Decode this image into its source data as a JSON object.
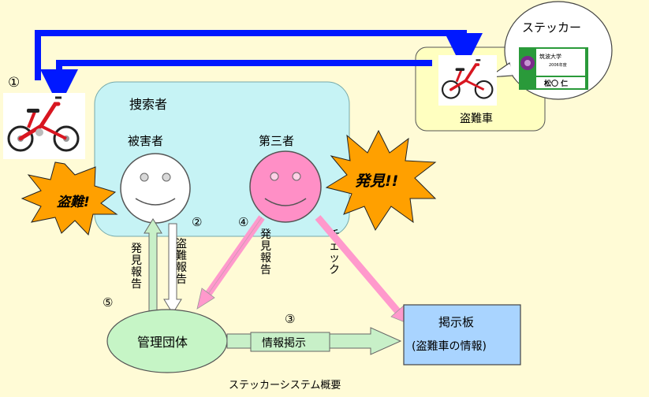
{
  "labels": {
    "step1": "①",
    "step2": "②",
    "step3": "③",
    "step4": "④",
    "step5": "⑤",
    "searchers": "捜索者",
    "victim": "被害者",
    "third_party": "第三者",
    "stolen_bike": "盗難車",
    "sticker": "ステッカー",
    "sticker_univ": "筑波大学",
    "sticker_year": "2006年度",
    "sticker_name": "松〇 仁",
    "theft_burst": "盗難!",
    "found_burst": "発見!!",
    "theft_report": "盗難報告",
    "found_report_v": "発見報告",
    "found_report_t": "発見報告",
    "check": "チェック",
    "info_post": "情報掲示",
    "management": "管理団体",
    "board_title": "掲示板",
    "board_sub": "(盗難車の情報)",
    "caption": "ステッカーシステム概要"
  },
  "colors": {
    "background": "#fffbd6",
    "searcher_box": "#c6f3f5",
    "stolen_box": "#ffffc0",
    "blue_arrow": "#0018ff",
    "pink": "#ff99cc",
    "green_light": "#c8f0c8",
    "management_fill": "#c6f5c6",
    "board_fill": "#a9d4ff",
    "burst": "#ffa000",
    "victim_face": "#ffffff",
    "third_face": "#ff8fc6",
    "sticker_green": "#2a9a3a",
    "sticker_crest": "#7a2a8a",
    "bike_red": "#d81620"
  },
  "icons": {
    "bike": "bicycle-icon",
    "face": "smiley-face-icon",
    "crest": "university-crest-icon"
  }
}
